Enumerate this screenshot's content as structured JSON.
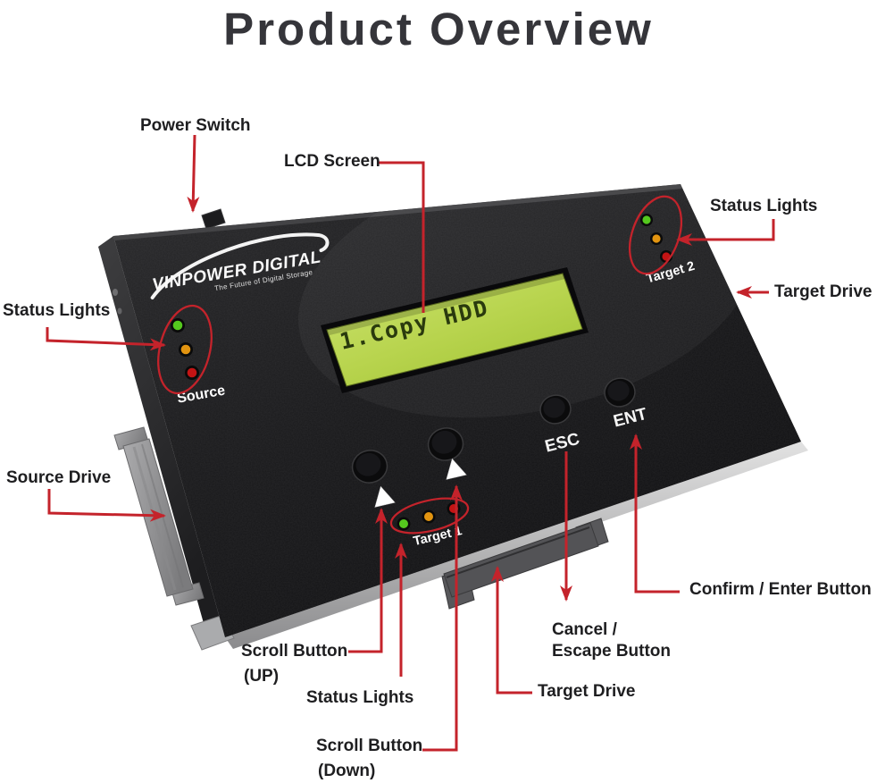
{
  "title": "Product Overview",
  "colors": {
    "annotation_red": "#c4232b",
    "label_text": "#1e1e20",
    "device_body": "#1b1b1d",
    "lcd_green": "#b8d44e",
    "led_green": "#55c81e",
    "led_amber": "#e29410",
    "led_red": "#c41414",
    "connector_gray": "#9b9b9d"
  },
  "device": {
    "brand": "VINPOWER DIGITAL",
    "tagline": "The Future of Digital Storage",
    "lcd_text": "1.Copy HDD",
    "esc_label": "ESC",
    "ent_label": "ENT",
    "source_label": "Source",
    "target1_label": "Target 1",
    "target2_label": "Target 2"
  },
  "labels": {
    "power_switch": "Power Switch",
    "lcd_screen": "LCD Screen",
    "status_lights_right": "Status Lights",
    "target_drive_right": "Target Drive",
    "status_lights_left": "Status Lights",
    "source_drive": "Source Drive",
    "scroll_up_1": "Scroll Button",
    "scroll_up_2": "(UP)",
    "status_lights_bottom": "Status Lights",
    "scroll_down_1": "Scroll Button",
    "scroll_down_2": "(Down)",
    "target_drive_bottom": "Target Drive",
    "cancel_1": "Cancel /",
    "cancel_2": "Escape Button",
    "confirm_enter": "Confirm / Enter Button"
  }
}
